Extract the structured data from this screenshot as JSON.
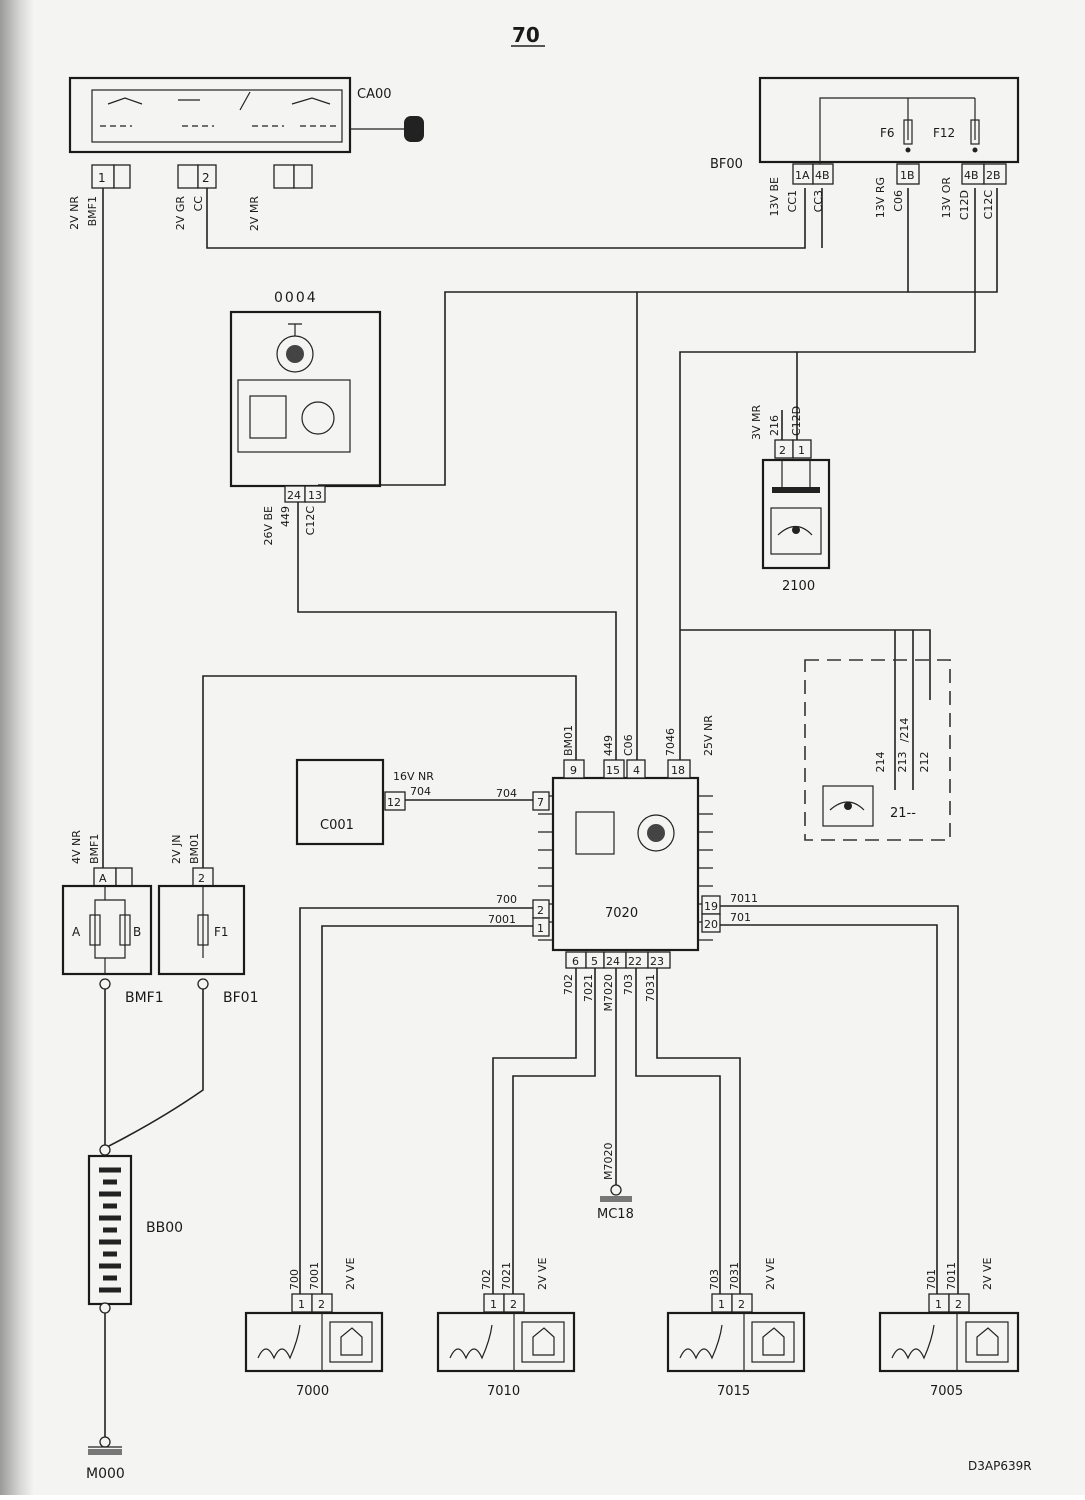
{
  "page": {
    "number": "70",
    "reference": "D3AP639R"
  },
  "components": {
    "ignition_switch": "CA00",
    "fuse_box_engine": "BF00",
    "fuse_f6": "F6",
    "fuse_f12": "F12",
    "unit_0004": "0004",
    "unit_c001": "C001",
    "unit_7020": "7020",
    "switch_2100": "2100",
    "dashed_unit": "21--",
    "maxi_fuse_box": "BMF1",
    "maxi_fuse_a": "A",
    "maxi_fuse_b": "B",
    "fuse_box_bf01": "BF01",
    "fuse_f1": "F1",
    "battery": "BB00",
    "ground_battery": "M000",
    "ground_mc18": "MC18",
    "ground_m7020": "M7020",
    "sensor_7000": "7000",
    "sensor_7010": "7010",
    "sensor_7015": "7015",
    "sensor_7005": "7005"
  },
  "connectors": {
    "ca00_1": {
      "code": "2V NR",
      "pin": "1",
      "wire": "BMF1"
    },
    "ca00_2": {
      "code": "2V GR",
      "pin": "2",
      "wire": "CC"
    },
    "ca00_3": {
      "code": "2V MR"
    },
    "bf00_a": {
      "code": "13V BE",
      "pins": [
        "1A",
        "4B"
      ],
      "wires": [
        "CC1",
        "CC3"
      ]
    },
    "bf00_b": {
      "code": "13V RG",
      "pin": "1B",
      "wire": "C06"
    },
    "bf00_c": {
      "code": "13V OR",
      "pins": [
        "4B",
        "2B"
      ],
      "wires": [
        "C12D",
        "C12C"
      ]
    },
    "u0004": {
      "code": "26V BE",
      "pins": [
        "24",
        "13"
      ],
      "wires": [
        "449",
        "C12C"
      ]
    },
    "s2100": {
      "code": "3V MR",
      "pins": [
        "2",
        "1"
      ],
      "wires": [
        "216",
        "C12D"
      ]
    },
    "c001": {
      "code": "16V NR",
      "pin": "12",
      "wire": "704"
    },
    "u7020_top": {
      "pins": [
        "9",
        "15",
        "4",
        "18"
      ],
      "wires": [
        "BM01",
        "449",
        "C06",
        "7046"
      ],
      "code": "25V NR"
    },
    "u7020_left": {
      "pins": [
        "7",
        "2",
        "1"
      ],
      "wires": [
        "704",
        "700",
        "7001"
      ]
    },
    "u7020_right": {
      "pins": [
        "19",
        "20"
      ],
      "wires": [
        "7011",
        "701"
      ]
    },
    "u7020_bottom": {
      "pins": [
        "6",
        "5",
        "24",
        "22",
        "23"
      ],
      "wires": [
        "702",
        "7021",
        "M7020",
        "703",
        "7031"
      ]
    },
    "bmf1": {
      "code": "4V NR",
      "pin": "A",
      "wire": "BMF1"
    },
    "bf01": {
      "code": "2V JN",
      "pin": "2",
      "wire": "BM01"
    },
    "dashed": {
      "wires": [
        "214",
        "213",
        "212"
      ],
      "extra": "/214"
    },
    "s7000": {
      "code": "2V VE",
      "pins": [
        "1",
        "2"
      ],
      "wires": [
        "700",
        "7001"
      ]
    },
    "s7010": {
      "code": "2V VE",
      "pins": [
        "1",
        "2"
      ],
      "wires": [
        "702",
        "7021"
      ]
    },
    "s7015": {
      "code": "2V VE",
      "pins": [
        "1",
        "2"
      ],
      "wires": [
        "703",
        "7031"
      ]
    },
    "s7005": {
      "code": "2V VE",
      "pins": [
        "1",
        "2"
      ],
      "wires": [
        "701",
        "7011"
      ]
    }
  }
}
